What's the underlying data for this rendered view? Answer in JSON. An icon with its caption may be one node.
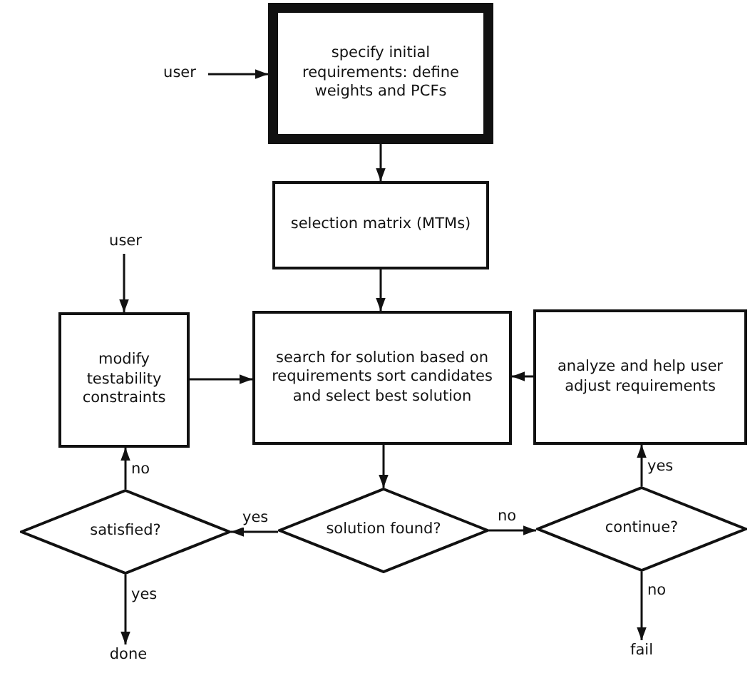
{
  "diagram": {
    "nodes": [
      {
        "text": [
          "user"
        ]
      },
      {
        "text": [
          "specify initial requirements: define weights and PCFs"
        ]
      },
      {
        "text": [
          "selection matrix (MTMs)"
        ]
      },
      {
        "text": [
          "user"
        ]
      },
      {
        "text": [
          "modify testability constraints"
        ]
      },
      {
        "text": [
          "search for solution based on requirements sort candidates and select best solution"
        ]
      },
      {
        "text": [
          "analyze and help user adjust requirements"
        ]
      },
      {
        "text": [
          "satisfied?"
        ]
      },
      {
        "text": [
          "solution found?"
        ]
      },
      {
        "text": [
          "continue?"
        ]
      },
      {
        "text": [
          "done"
        ]
      },
      {
        "text": [
          "fail"
        ]
      }
    ],
    "edges": [
      {
        "from": 0,
        "to": 1,
        "arrow": "to"
      },
      {
        "from": 1,
        "to": 2,
        "arrow": "to"
      },
      {
        "from": 3,
        "to": 4,
        "arrow": "to"
      },
      {
        "from": 2,
        "to": 5,
        "arrow": "to"
      },
      {
        "from": 4,
        "to": 5,
        "arrow": "to"
      },
      {
        "from": 6,
        "to": 5,
        "arrow": "to"
      },
      {
        "from": 5,
        "to": 8,
        "arrow": "to"
      },
      {
        "from": 8,
        "to": 7,
        "arrow": "to",
        "label": "yes"
      },
      {
        "from": 8,
        "to": 9,
        "arrow": "to",
        "label": "no"
      },
      {
        "from": 9,
        "to": 6,
        "arrow": "to",
        "label": "yes"
      },
      {
        "from": 7,
        "to": 4,
        "arrow": "to",
        "label": "no"
      },
      {
        "from": 7,
        "to": 10,
        "arrow": "to",
        "label": "yes"
      },
      {
        "from": 9,
        "to": 11,
        "arrow": "to",
        "label": "no"
      }
    ]
  }
}
